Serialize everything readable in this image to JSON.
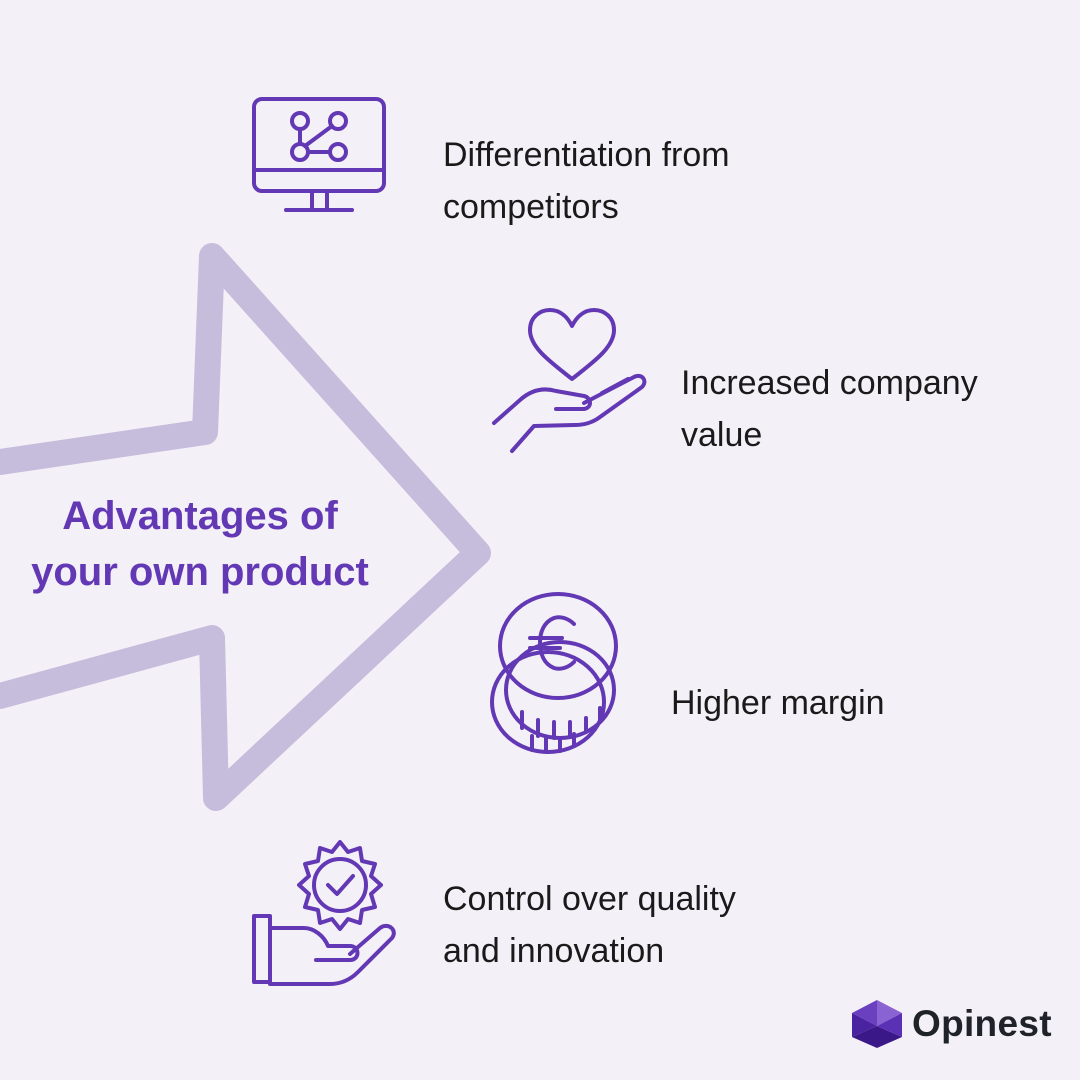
{
  "title": {
    "line1": "Advantages of",
    "line2": "your own product"
  },
  "items": [
    {
      "icon": "monitor-network-icon",
      "line1": "Differentiation from",
      "line2": "competitors"
    },
    {
      "icon": "heart-in-hand-icon",
      "line1": "Increased company",
      "line2": "value"
    },
    {
      "icon": "euro-coins-icon",
      "line1": "Higher margin",
      "line2": ""
    },
    {
      "icon": "quality-badge-hand-icon",
      "line1": "Control over quality",
      "line2": "and innovation"
    }
  ],
  "brand": {
    "name": "Opinest",
    "logo": "opinest-logo-icon"
  },
  "colors": {
    "background": "#f4f0f7",
    "accent": "#6238b4",
    "arrow": "#c6bddc",
    "icon": "#6238b4",
    "text": "#1a1a1a"
  }
}
